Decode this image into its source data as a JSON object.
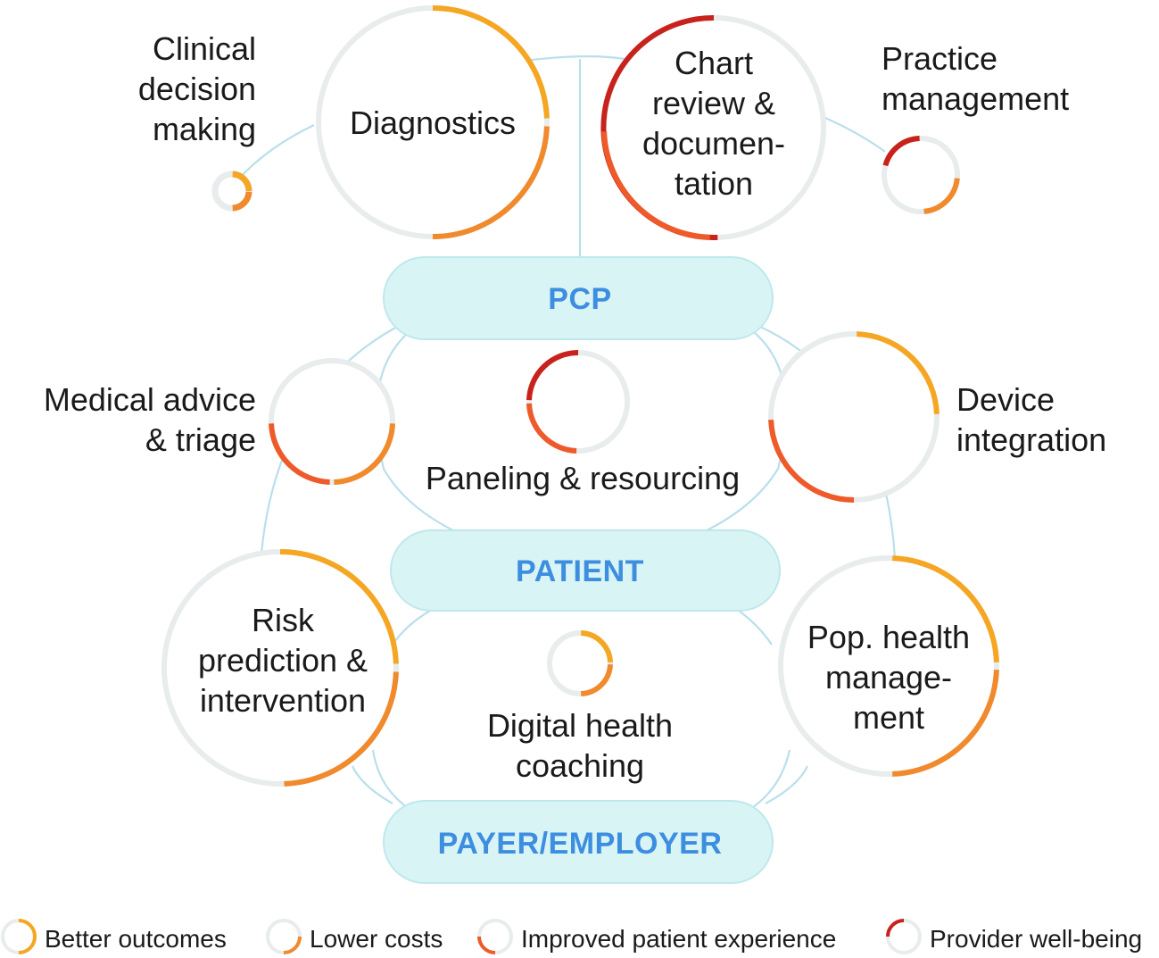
{
  "colors": {
    "ring_base": "#e8ecec",
    "better_outcomes": "#f5a623",
    "lower_costs": "#f08a2c",
    "patient_experience": "#ee5a2a",
    "provider_wellbeing": "#c8221c",
    "stakeholder_text": "#3d8ee0",
    "stakeholder_fill": "#d9f4f4",
    "connector": "#b9dfec"
  },
  "stakeholders": {
    "pcp": "PCP",
    "patient": "PATIENT",
    "payer": "PAYER/EMPLOYER"
  },
  "nodes": {
    "clinical_decision": {
      "lines": [
        "Clinical",
        "decision",
        "making"
      ],
      "segments": [
        "better_outcomes",
        "lower_costs"
      ]
    },
    "diagnostics": {
      "lines": [
        "Diagnostics"
      ],
      "segments": [
        "better_outcomes",
        "lower_costs"
      ]
    },
    "chart_review": {
      "lines": [
        "Chart",
        "review &",
        "documen-",
        "tation"
      ],
      "segments": [
        "provider_wellbeing",
        "patient_experience"
      ]
    },
    "practice_management": {
      "lines": [
        "Practice",
        "management"
      ],
      "segments": [
        "provider_wellbeing",
        "lower_costs"
      ]
    },
    "medical_advice": {
      "lines": [
        "Medical advice",
        "& triage"
      ],
      "segments": [
        "lower_costs",
        "patient_experience"
      ]
    },
    "paneling": {
      "lines": [
        "Paneling & resourcing"
      ],
      "segments": [
        "provider_wellbeing",
        "patient_experience"
      ]
    },
    "device_integration": {
      "lines": [
        "Device",
        "integration"
      ],
      "segments": [
        "better_outcomes",
        "patient_experience"
      ]
    },
    "risk_prediction": {
      "lines": [
        "Risk",
        "prediction &",
        "intervention"
      ],
      "segments": [
        "better_outcomes",
        "lower_costs"
      ]
    },
    "digital_coaching": {
      "lines": [
        "Digital health",
        "coaching"
      ],
      "segments": [
        "better_outcomes",
        "lower_costs"
      ]
    },
    "pop_health": {
      "lines": [
        "Pop. health",
        "manage-",
        "ment"
      ],
      "segments": [
        "better_outcomes",
        "lower_costs"
      ]
    }
  },
  "legend": [
    {
      "key": "better_outcomes",
      "label": "Better outcomes"
    },
    {
      "key": "lower_costs",
      "label": "Lower costs"
    },
    {
      "key": "patient_experience",
      "label": "Improved patient experience"
    },
    {
      "key": "provider_wellbeing",
      "label": "Provider well-being"
    }
  ]
}
